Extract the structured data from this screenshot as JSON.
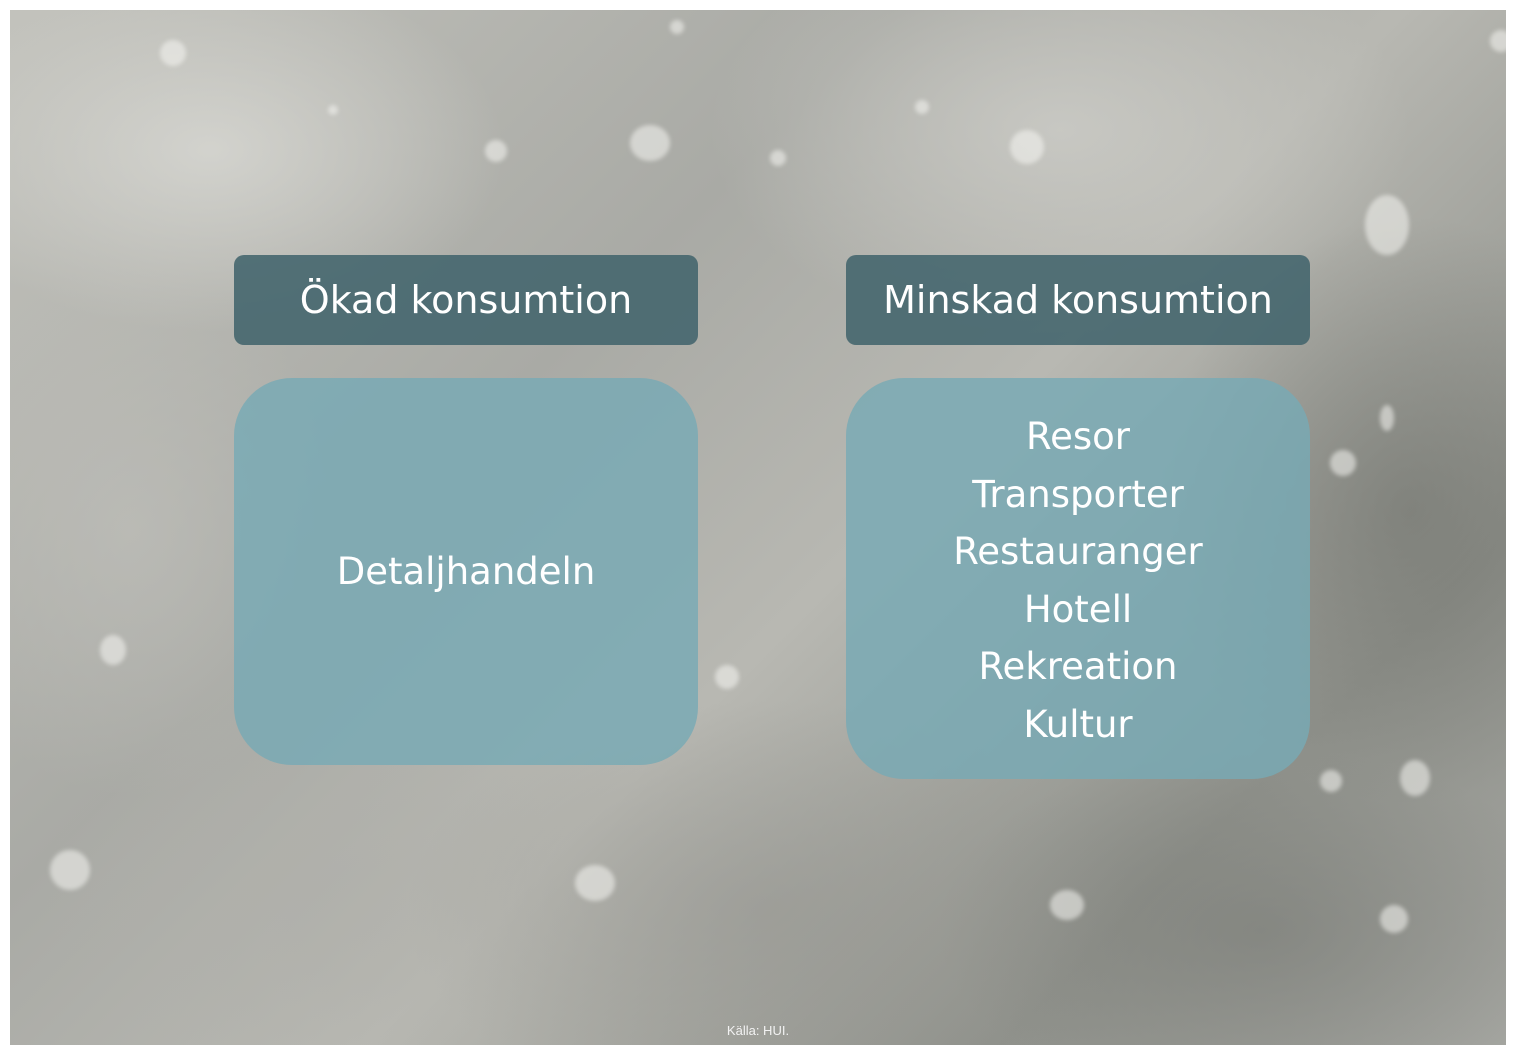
{
  "columns": {
    "left": {
      "header": "Ökad konsumtion",
      "items": [
        "Detaljhandeln"
      ]
    },
    "right": {
      "header": "Minskad konsumtion",
      "items": [
        "Resor",
        "Transporter",
        "Restauranger",
        "Hotell",
        "Rekreation",
        "Kultur"
      ]
    }
  },
  "source": "Källa: HUI.",
  "colors": {
    "header_bg": "#42646c",
    "content_bg": "#78aab4",
    "text": "#ffffff"
  }
}
